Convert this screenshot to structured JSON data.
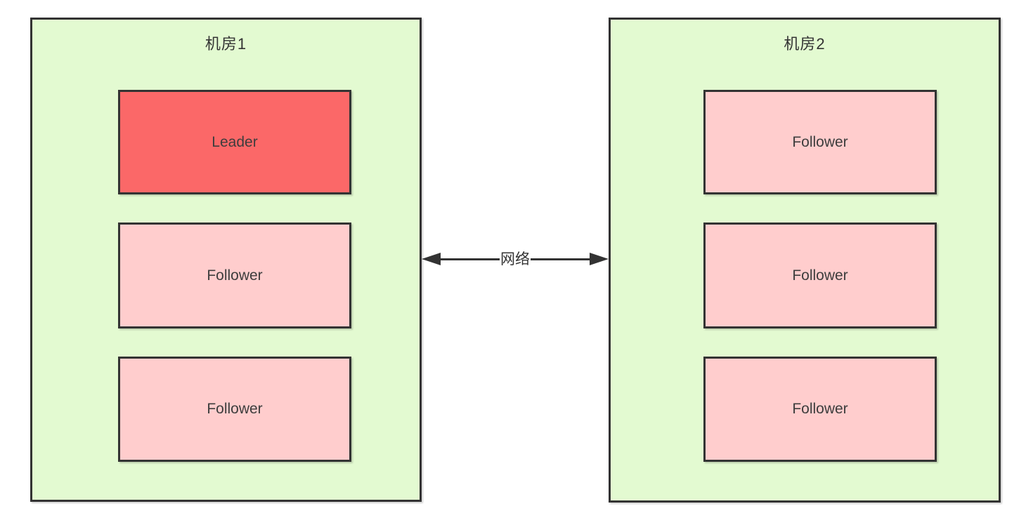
{
  "diagram": {
    "datacenters": [
      {
        "label": "机房1",
        "nodes": [
          {
            "label": "Leader",
            "role": "leader"
          },
          {
            "label": "Follower",
            "role": "follower"
          },
          {
            "label": "Follower",
            "role": "follower"
          }
        ]
      },
      {
        "label": "机房2",
        "nodes": [
          {
            "label": "Follower",
            "role": "follower"
          },
          {
            "label": "Follower",
            "role": "follower"
          },
          {
            "label": "Follower",
            "role": "follower"
          }
        ]
      }
    ],
    "link": {
      "label": "网络"
    },
    "colors": {
      "container_fill": "#E3FAD1",
      "leader_fill": "#FB6868",
      "follower_fill": "#FFCDCD",
      "border": "#333333",
      "text": "#333333"
    }
  }
}
